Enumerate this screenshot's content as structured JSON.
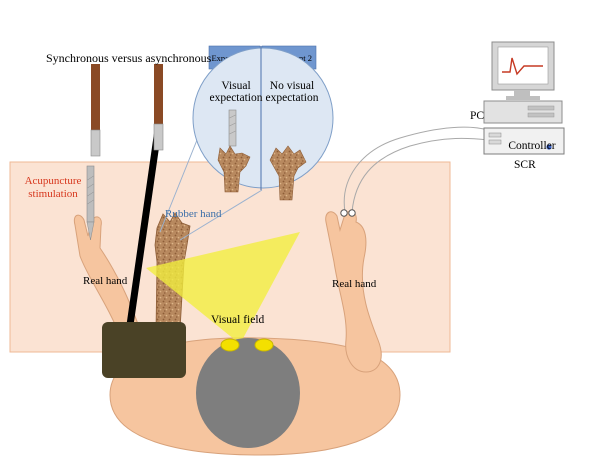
{
  "labels": {
    "sync_title": "Synchronous versus asynchronous",
    "acupuncture": "Acupuncture\nstimulation",
    "rubber_hand": "Rubber hand",
    "real_hand_left": "Real hand",
    "real_hand_right": "Real hand",
    "visual_field": "Visual field",
    "pc": "PC",
    "controller": "Controller",
    "scr": "SCR"
  },
  "experiments": [
    {
      "tab": "Experiment 1",
      "caption": "Visual\nexpectation"
    },
    {
      "tab": "Experiment 2",
      "caption": "No visual\nexpectation"
    }
  ],
  "colors": {
    "table": "#fbe3d3",
    "table_edge": "#efb896",
    "skin": "#f6c59f",
    "skin_edge": "#d8a27b",
    "rubber": "#b98b62",
    "brush": "#8a4a25",
    "tab": "#6f96cf",
    "bubble": "#dde7f3",
    "visual_field": "#f2ee3d",
    "head": "#7e7e7e",
    "eyes": "#f3e000",
    "box": "#4a4226",
    "red_label": "#d7381e",
    "blue_label": "#3c6fa8"
  }
}
